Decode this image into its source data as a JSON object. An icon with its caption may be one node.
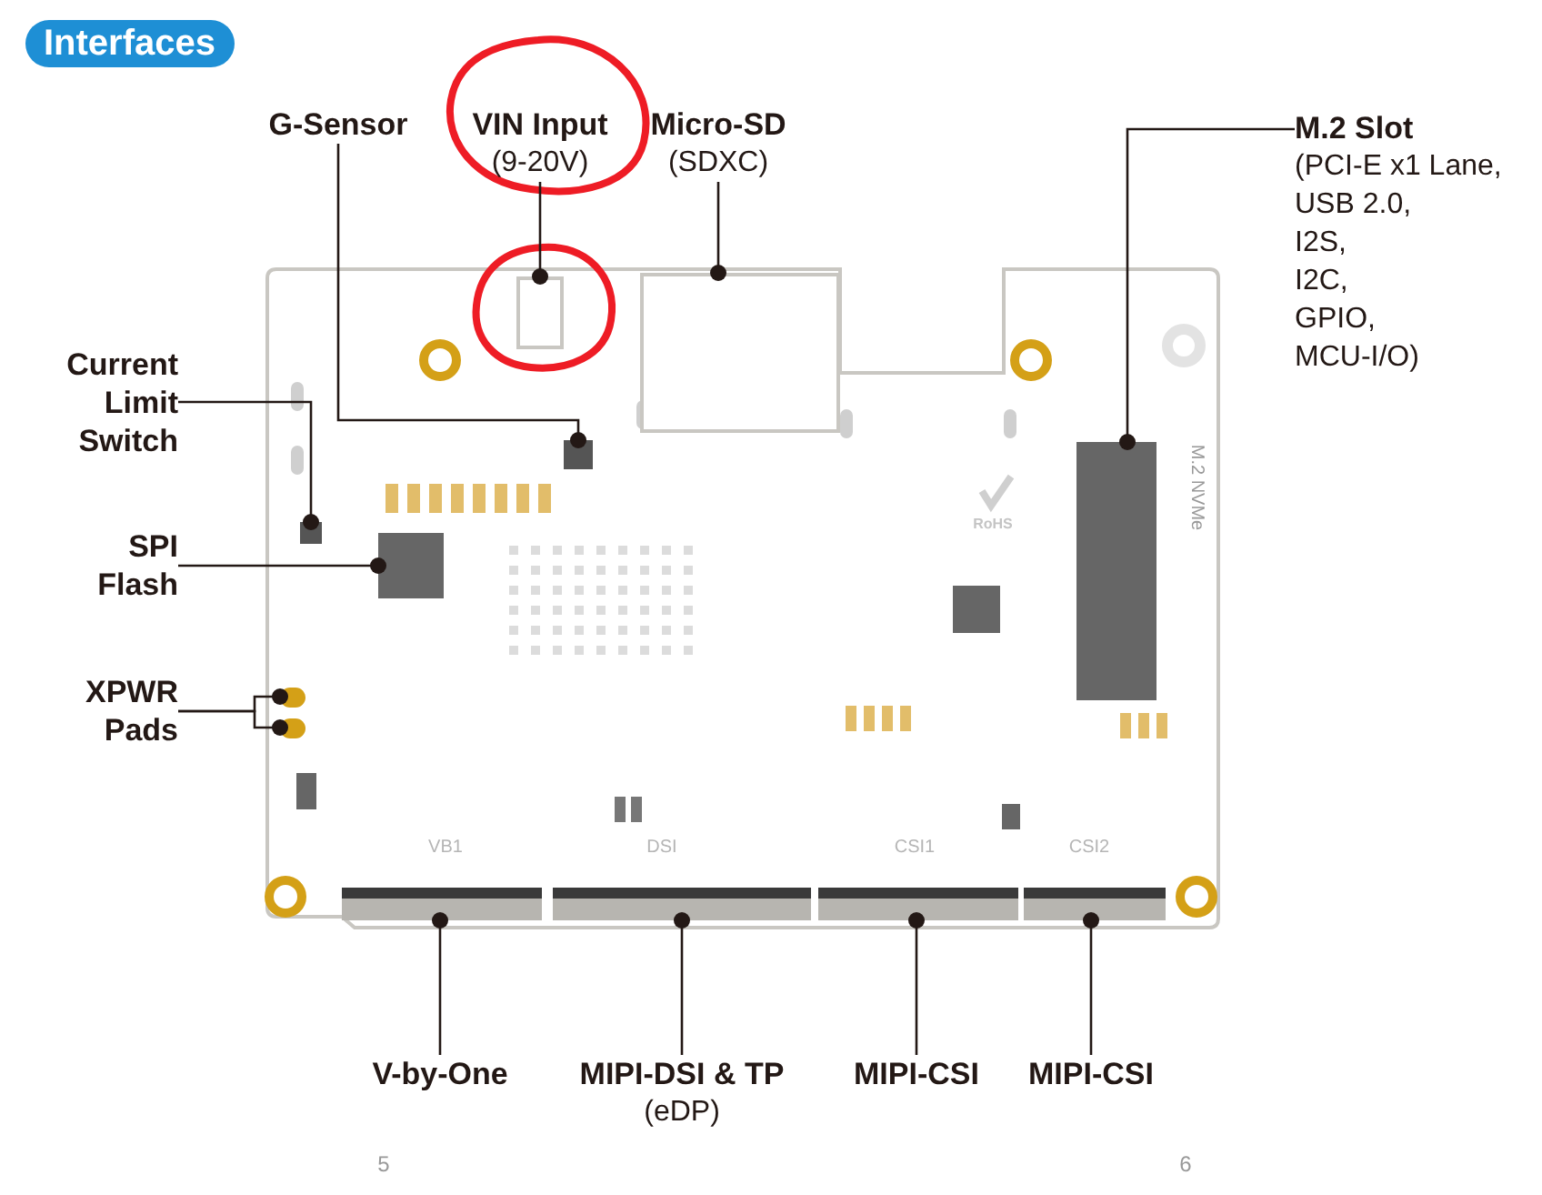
{
  "diagram": {
    "title": "Interfaces",
    "nodes": [
      {
        "text": [
          "G-Sensor"
        ]
      },
      {
        "text": [
          "VIN Input",
          "(9-20V)"
        ]
      },
      {
        "text": [
          "Micro-SD",
          "(SDXC)"
        ]
      },
      {
        "text": [
          "M.2 Slot",
          "(PCI-E x1 Lane, USB 2.0, I2S, I2C, GPIO, MCU-I/O)"
        ]
      },
      {
        "text": [
          "Current Limit Switch"
        ]
      },
      {
        "text": [
          "SPI Flash"
        ]
      },
      {
        "text": [
          "XPWR Pads"
        ]
      },
      {
        "text": [
          "V-by-One"
        ]
      },
      {
        "text": [
          "MIPI-DSI & TP",
          "(eDP)"
        ]
      },
      {
        "text": [
          "MIPI-CSI"
        ]
      },
      {
        "text": [
          "MIPI-CSI"
        ]
      },
      {
        "text": [],
        "shape": "box"
      },
      {
        "text": [],
        "shape": "box"
      },
      {
        "text": [],
        "shape": "box"
      },
      {
        "text": [],
        "shape": "box"
      },
      {
        "text": [],
        "shape": "box"
      },
      {
        "text": [],
        "shape": "box"
      },
      {
        "text": [],
        "shape": "box"
      },
      {
        "text": [],
        "shape": "box"
      },
      {
        "text": [],
        "shape": "box"
      },
      {
        "text": [],
        "shape": "box"
      },
      {
        "text": [],
        "shape": "box"
      },
      {
        "text": [],
        "shape": "box"
      }
    ],
    "edges": [
      {
        "from": 0,
        "to": 11,
        "arrow": "other"
      },
      {
        "from": 1,
        "to": 12,
        "arrow": "other"
      },
      {
        "from": 2,
        "to": 13,
        "arrow": "other"
      },
      {
        "from": 3,
        "to": 14,
        "arrow": "other"
      },
      {
        "from": 4,
        "to": 15,
        "arrow": "other"
      },
      {
        "from": 5,
        "to": 16,
        "arrow": "other"
      },
      {
        "from": 6,
        "to": 17,
        "arrow": "other"
      },
      {
        "from": 6,
        "to": 18,
        "arrow": "other"
      },
      {
        "from": 7,
        "to": 19,
        "arrow": "other"
      },
      {
        "from": 8,
        "to": 20,
        "arrow": "other"
      },
      {
        "from": 9,
        "to": 21,
        "arrow": "other"
      },
      {
        "from": 10,
        "to": 22,
        "arrow": "other"
      }
    ],
    "labels": [
      "M.2 NVMe",
      "RoHS",
      "VB1",
      "DSI",
      "CSI1",
      "CSI2",
      "5",
      "6"
    ]
  }
}
